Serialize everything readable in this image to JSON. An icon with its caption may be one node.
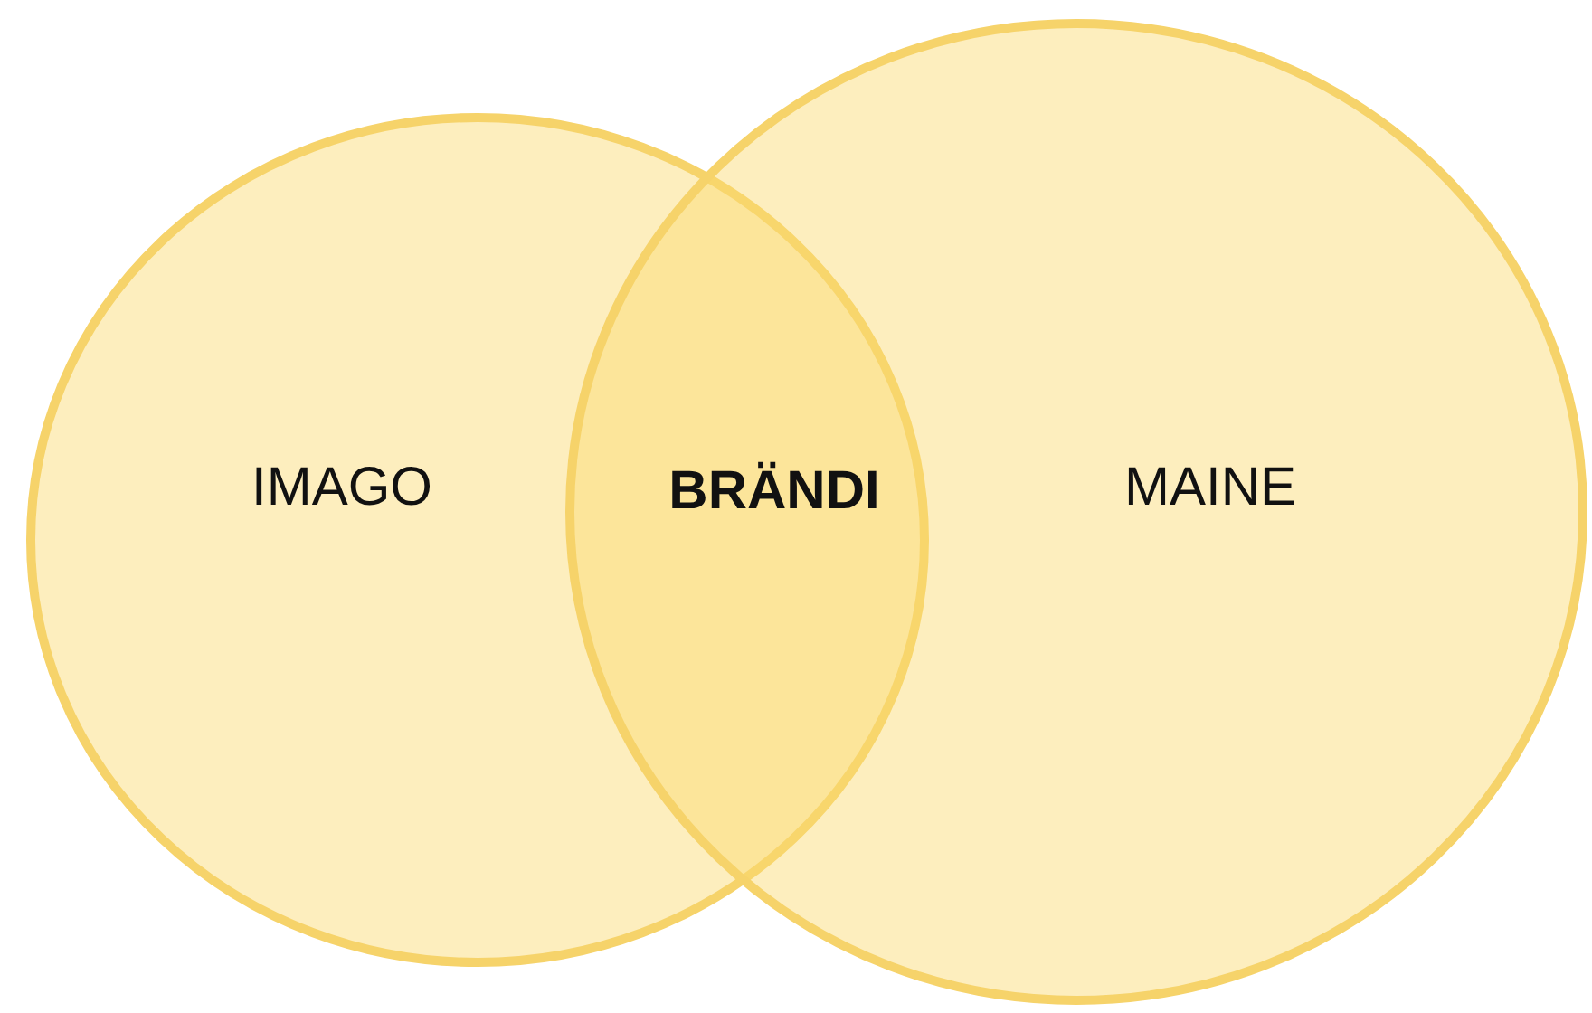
{
  "diagram": {
    "nodes": [
      {
        "text": [
          "IMAGO"
        ]
      },
      {
        "text": [
          "MAINE"
        ]
      },
      {
        "text": [
          "BRÄNDI"
        ]
      }
    ],
    "edges": []
  }
}
